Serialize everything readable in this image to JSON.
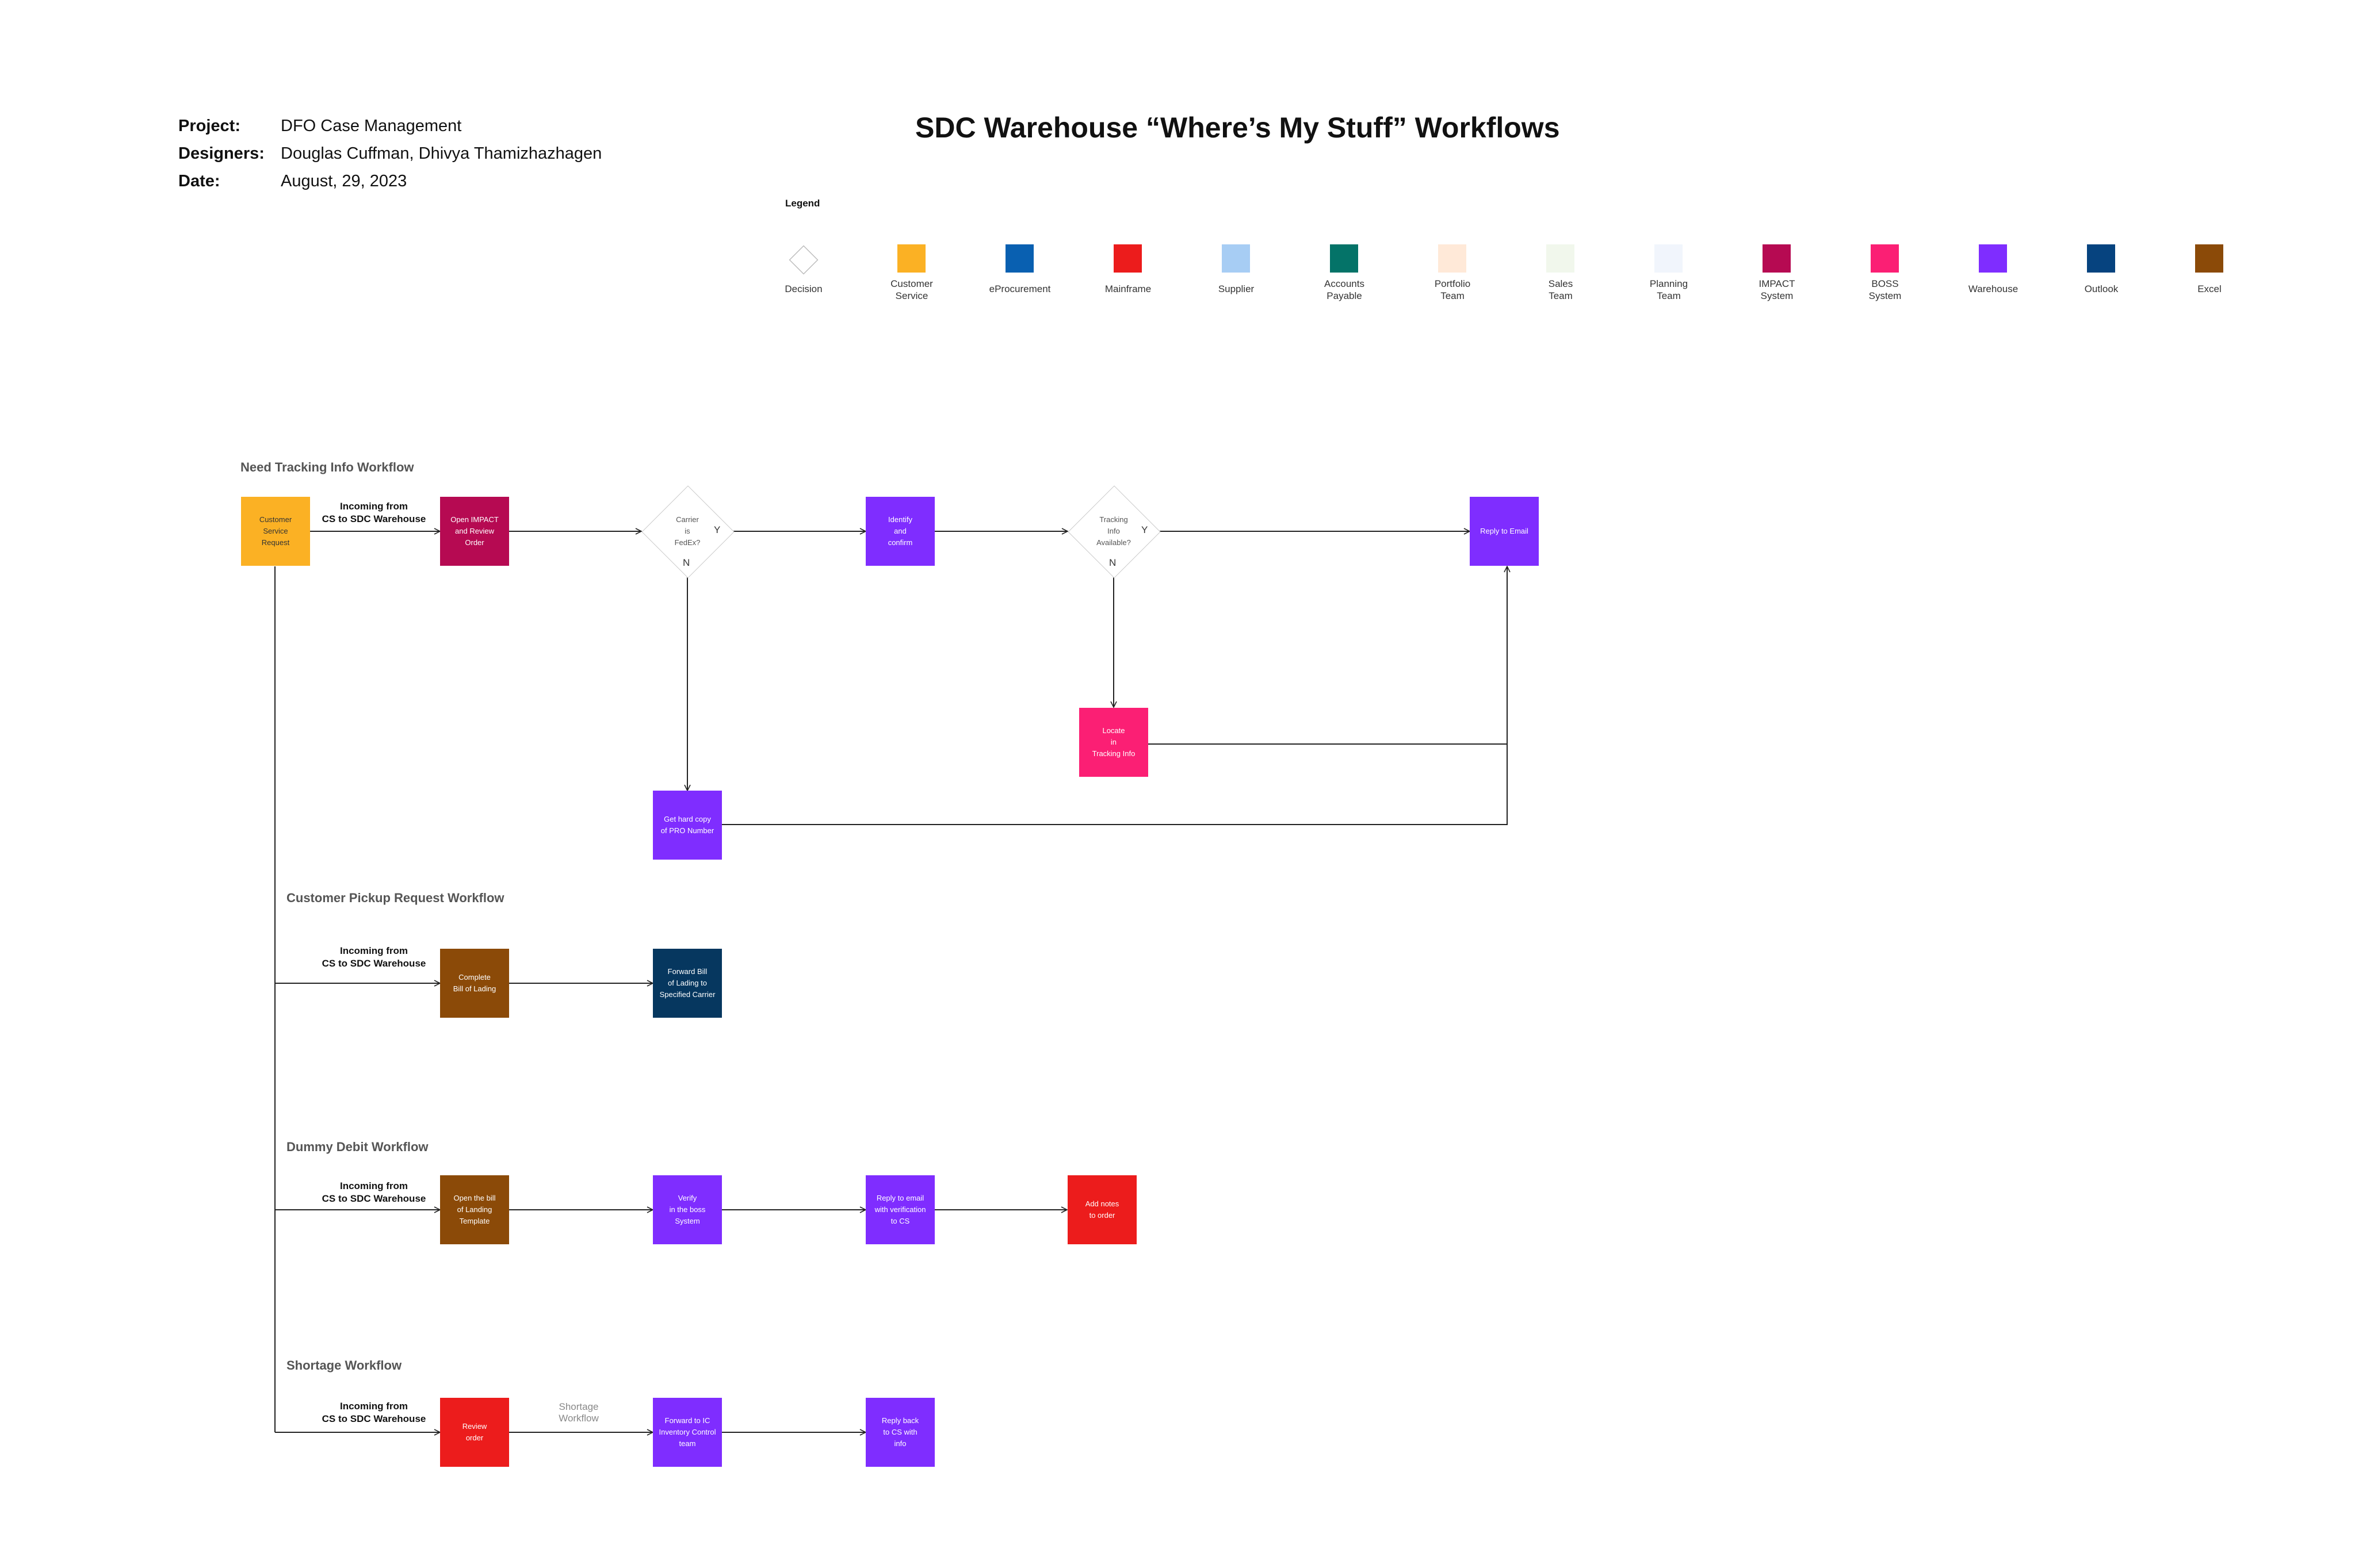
{
  "header": {
    "project_label": "Project:",
    "project_value": "DFO Case Management",
    "designers_label": "Designers:",
    "designers_value": "Douglas Cuffman, Dhivya Thamizhazhagen",
    "date_label": "Date:",
    "date_value": "August, 29, 2023",
    "title": "SDC Warehouse “Where’s My Stuff” Workflows"
  },
  "legend": {
    "title": "Legend",
    "items": [
      {
        "label": "Decision",
        "color": "#ffffff"
      },
      {
        "label": "Customer\nService",
        "color": "#FBB124"
      },
      {
        "label": "eProcurement",
        "color": "#0960B1"
      },
      {
        "label": "Mainframe",
        "color": "#EC1C1C"
      },
      {
        "label": "Supplier",
        "color": "#A7CDF4"
      },
      {
        "label": "Accounts\nPayable",
        "color": "#047368"
      },
      {
        "label": "Portfolio\nTeam",
        "color": "#FFE9D8"
      },
      {
        "label": "Sales\nTeam",
        "color": "#F1F7EC"
      },
      {
        "label": "Planning\nTeam",
        "color": "#F1F5FC"
      },
      {
        "label": "IMPACT\nSystem",
        "color": "#B60A52"
      },
      {
        "label": "BOSS\nSystem",
        "color": "#FB1F74"
      },
      {
        "label": "Warehouse",
        "color": "#7F2DFF"
      },
      {
        "label": "Outlook",
        "color": "#06437F"
      },
      {
        "label": "Excel",
        "color": "#8B4A08"
      }
    ]
  },
  "workflows": {
    "tracking": {
      "title": "Need Tracking Info Workflow",
      "incoming": "Incoming from\nCS to SDC Warehouse",
      "cs_request": "Customer\nService\nRequest",
      "open_impact": "Open IMPACT\nand Review\nOrder",
      "carrier_decision": "Carrier\nis\nFedEx?",
      "identify": "Identify\nand\nconfirm",
      "tracking_decision": "Tracking\nInfo\nAvailable?",
      "reply_email": "Reply to Email",
      "locate": "Locate\nin\nTracking Info",
      "hard_copy": "Get hard copy\nof PRO Number",
      "yes": "Y",
      "no": "N"
    },
    "pickup": {
      "title": "Customer Pickup Request Workflow",
      "incoming": "Incoming from\nCS to SDC Warehouse",
      "complete_bol": "Complete\nBill of Lading",
      "forward_bol": "Forward Bill\nof Lading to\nSpecified Carrier"
    },
    "debit": {
      "title": "Dummy Debit Workflow",
      "incoming": "Incoming from\nCS to SDC Warehouse",
      "open_bill": "Open the bill\nof Landing\nTemplate",
      "verify": "Verify\nin the boss\nSystem",
      "reply_verify": "Reply to email\nwith verification\nto CS",
      "add_notes": "Add notes\nto order"
    },
    "shortage": {
      "title": "Shortage Workflow",
      "incoming": "Incoming from\nCS to SDC Warehouse",
      "review": "Review\norder",
      "edge_label": "Shortage\nWorkflow",
      "forward_ic": "Forward to IC\nInventory Control\nteam",
      "reply_back": "Reply back\nto CS with\ninfo"
    }
  }
}
